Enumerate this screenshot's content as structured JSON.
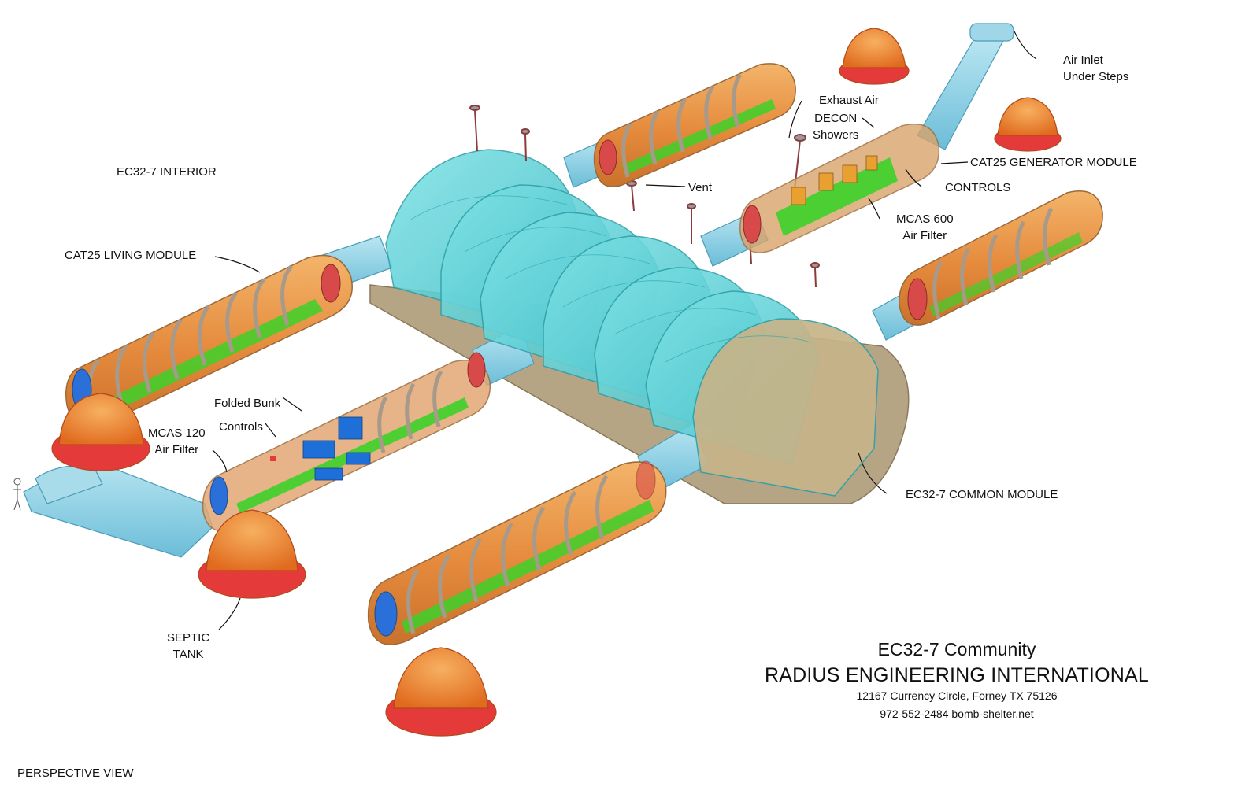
{
  "labels": {
    "interior": "EC32-7 INTERIOR",
    "living_module": "CAT25 LIVING MODULE",
    "folded_bunk": "Folded Bunk",
    "controls_left": "Controls",
    "mcas120_line1": "MCAS 120",
    "mcas120_line2": "Air Filter",
    "septic_line1": "SEPTIC",
    "septic_line2": "TANK",
    "perspective": "PERSPECTIVE VIEW",
    "air_inlet_line1": "Air Inlet",
    "air_inlet_line2": "Under Steps",
    "exhaust_air": "Exhaust Air",
    "decon_line1": "DECON",
    "decon_line2": "Showers",
    "generator_module": "CAT25 GENERATOR MODULE",
    "vent": "Vent",
    "controls_right": "CONTROLS",
    "mcas600_line1": "MCAS 600",
    "mcas600_line2": "Air Filter",
    "common_module": "EC32-7 COMMON MODULE"
  },
  "title_block": {
    "title": "EC32-7 Community",
    "company": "RADIUS ENGINEERING INTERNATIONAL",
    "address": "12167 Currency Circle, Forney TX 75126",
    "contact": "972-552-2484 bomb-shelter.net"
  },
  "colors": {
    "dome": "#5fd3d8",
    "tube": "#8fd0e6",
    "module_shell": "#e89a4a",
    "ring": "#a89a8a",
    "floor": "#3cd12a",
    "septic": "#f0882c",
    "septic_rim": "#e53a3a",
    "base": "#b5a585",
    "bunk": "#1e6fd8"
  }
}
